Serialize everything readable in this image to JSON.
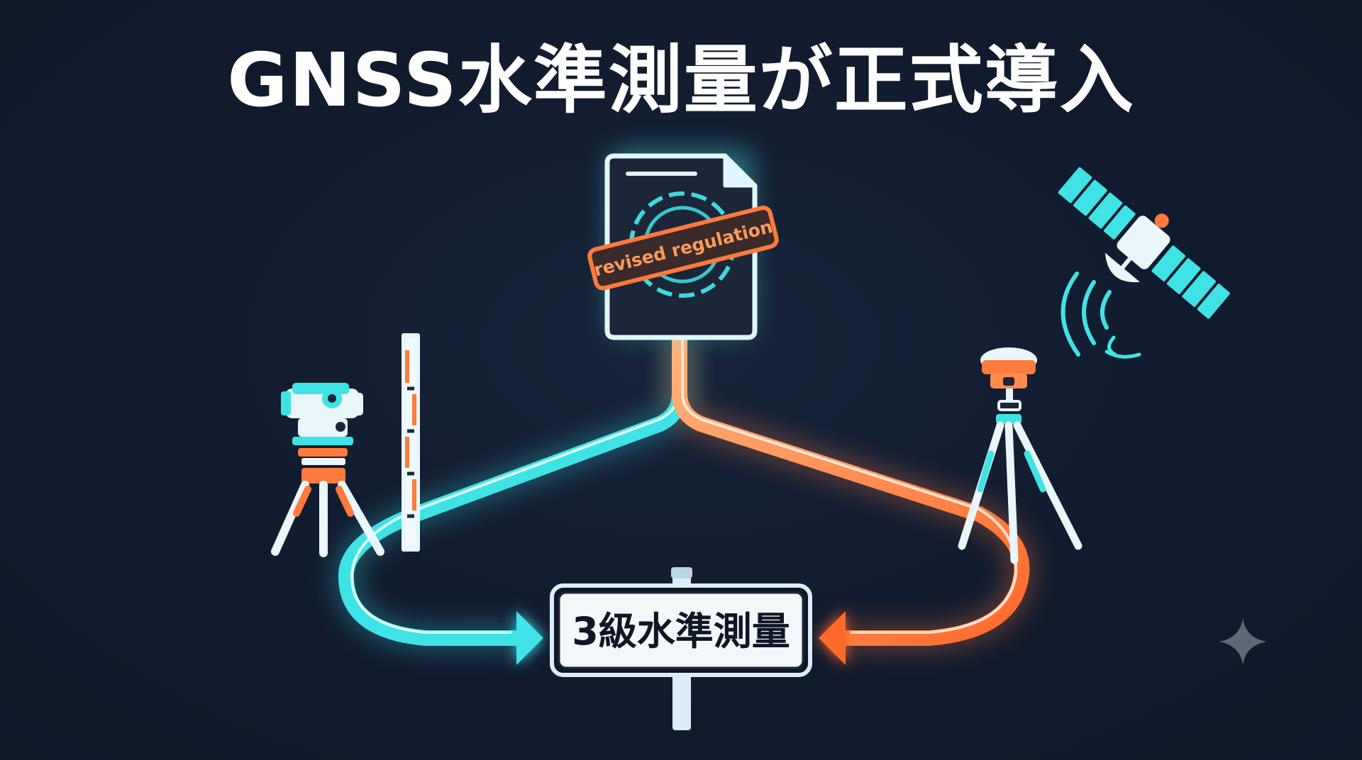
{
  "title": "GNSS水準測量が正式導入",
  "document": {
    "stamp_text": "revised regulation"
  },
  "signpost": {
    "label": "3級水準測量"
  },
  "colors": {
    "background": "#111b2e",
    "cyan": "#3fe3e6",
    "orange": "#ff7a3c",
    "title": "#ffffff"
  },
  "icons": {
    "document": "regulation-document-icon",
    "seal": "seal-icon",
    "level": "auto-level-tripod-icon",
    "staff": "leveling-staff-icon",
    "receiver": "gnss-receiver-tripod-icon",
    "satellite": "satellite-icon",
    "signal": "signal-waves-icon",
    "sparkle": "sparkle-icon"
  }
}
